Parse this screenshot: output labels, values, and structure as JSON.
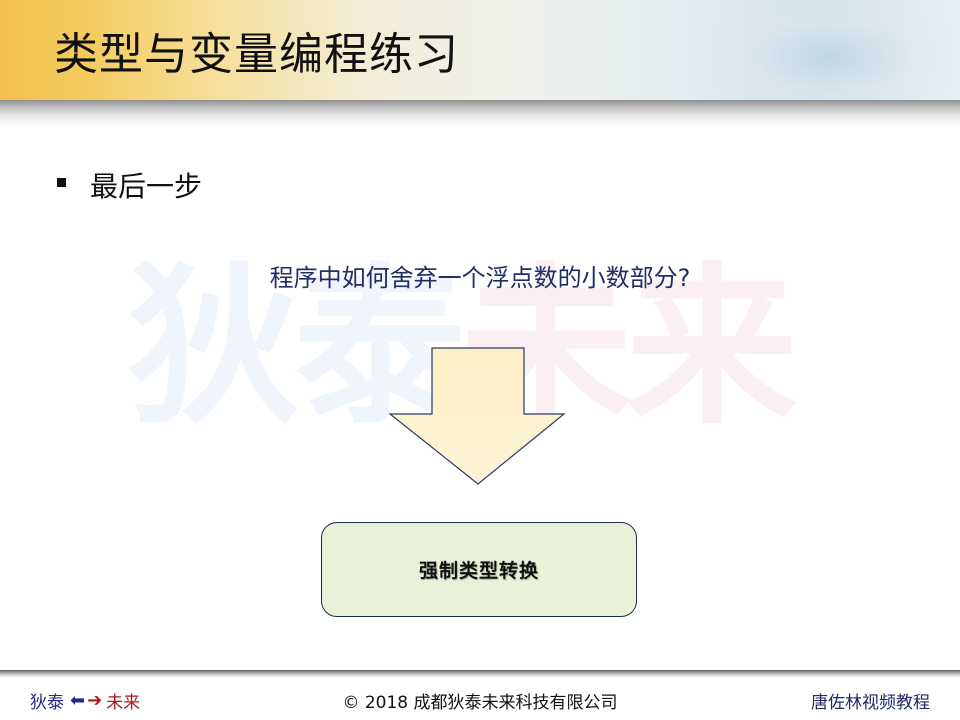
{
  "slide": {
    "title": "类型与变量编程练习",
    "bullet": "最后一步",
    "question": "程序中如何舍弃一个浮点数的小数部分?",
    "result_box_label": "强制类型转换",
    "watermark": {
      "left_text": "狄泰",
      "right_text": "未来"
    }
  },
  "footer": {
    "left_part1": "狄泰",
    "left_part2": "未来",
    "center": "© 2018 成都狄泰未来科技有限公司",
    "right": "唐佐林视频教程"
  },
  "colors": {
    "arrow_fill": "#fdf0c6",
    "arrow_stroke": "#2b3a66",
    "result_box_fill": "#e9f2d8",
    "question_text": "#1f2f66",
    "footer_blue": "#1f2a8c",
    "footer_red": "#b01818"
  },
  "icons": {
    "bullet": "square-bullet-icon",
    "footer_left_arrow": "arrow-left-icon",
    "footer_right_arrow": "arrow-right-icon",
    "down_arrow": "down-arrow-icon"
  }
}
